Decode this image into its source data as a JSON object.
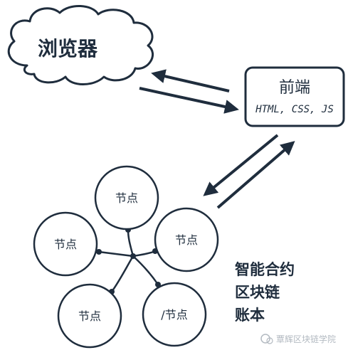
{
  "browser": {
    "label": "浏览器"
  },
  "frontend": {
    "title": "前端",
    "subtitle": "HTML, CSS, JS"
  },
  "nodes": {
    "top": "节点",
    "left": "节点",
    "right": "节点",
    "bottom_left": "节点",
    "bottom_right": "/节点"
  },
  "contract": {
    "line1": "智能合约",
    "line2": "区块链",
    "line3": "账本"
  },
  "watermark": {
    "text": "覃辉区块链学院"
  },
  "colors": {
    "stroke": "#1f2d3d",
    "text": "#1f2d3d",
    "background": "#ffffff"
  }
}
